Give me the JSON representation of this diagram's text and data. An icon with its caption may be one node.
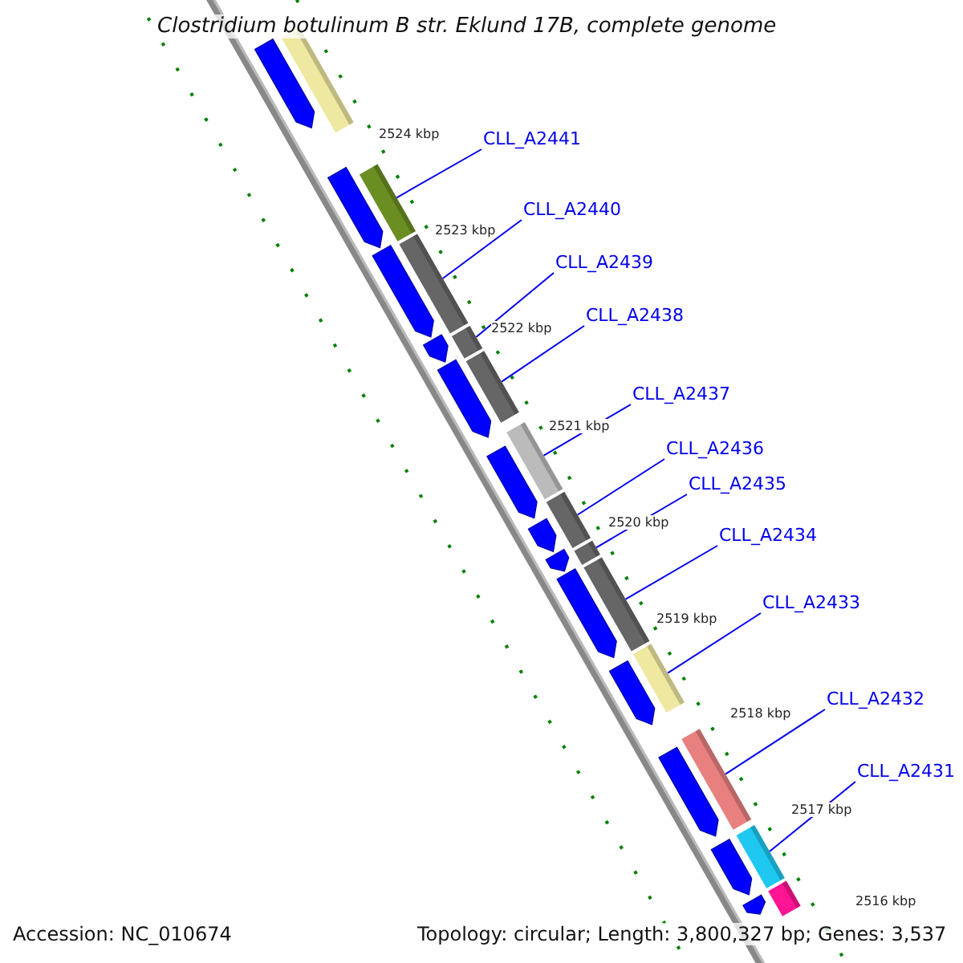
{
  "diagram": {
    "title": "Clostridium botulinum B str. Eklund 17B, complete genome",
    "nodes": [
      {
        "text": [
          "CLL_A2441"
        ]
      },
      {
        "text": [
          "CLL_A2440"
        ]
      },
      {
        "text": [
          "CLL_A2439"
        ]
      },
      {
        "text": [
          "CLL_A2438"
        ]
      },
      {
        "text": [
          "CLL_A2437"
        ]
      },
      {
        "text": [
          "CLL_A2436"
        ]
      },
      {
        "text": [
          "CLL_A2435"
        ]
      },
      {
        "text": [
          "CLL_A2434"
        ]
      },
      {
        "text": [
          "CLL_A2433"
        ]
      },
      {
        "text": [
          "CLL_A2432"
        ]
      },
      {
        "text": [
          "CLL_A2431"
        ]
      },
      {
        "text": [],
        "shape": "bar"
      },
      {
        "text": [],
        "shape": "bar"
      },
      {
        "text": [],
        "shape": "bar"
      },
      {
        "text": [],
        "shape": "bar"
      },
      {
        "text": [],
        "shape": "bar"
      },
      {
        "text": [],
        "shape": "bar"
      },
      {
        "text": [],
        "shape": "bar"
      },
      {
        "text": [],
        "shape": "bar"
      },
      {
        "text": [],
        "shape": "bar"
      },
      {
        "text": [],
        "shape": "bar"
      },
      {
        "text": [],
        "shape": "bar"
      },
      {
        "text": [],
        "shape": "bar"
      },
      {
        "text": [],
        "shape": "bar"
      },
      {
        "text": [],
        "shape": "pentagon"
      },
      {
        "text": [],
        "shape": "pentagon"
      },
      {
        "text": [],
        "shape": "pentagon"
      },
      {
        "text": [],
        "shape": "pentagon"
      },
      {
        "text": [],
        "shape": "pentagon"
      },
      {
        "text": [],
        "shape": "pentagon"
      },
      {
        "text": [],
        "shape": "pentagon"
      },
      {
        "text": [],
        "shape": "pentagon"
      },
      {
        "text": [],
        "shape": "pentagon"
      },
      {
        "text": [],
        "shape": "pentagon"
      },
      {
        "text": [],
        "shape": "pentagon"
      },
      {
        "text": [],
        "shape": "pentagon"
      },
      {
        "text": [],
        "shape": "pentagon"
      }
    ],
    "edges": [
      {
        "from": 0,
        "to": 12,
        "arrow": "none"
      },
      {
        "from": 1,
        "to": 13,
        "arrow": "none"
      },
      {
        "from": 2,
        "to": 14,
        "arrow": "none"
      },
      {
        "from": 3,
        "to": 15,
        "arrow": "none"
      },
      {
        "from": 4,
        "to": 16,
        "arrow": "none"
      },
      {
        "from": 5,
        "to": 17,
        "arrow": "none"
      },
      {
        "from": 6,
        "to": 18,
        "arrow": "none"
      },
      {
        "from": 7,
        "to": 19,
        "arrow": "none"
      },
      {
        "from": 8,
        "to": 20,
        "arrow": "none"
      },
      {
        "from": 9,
        "to": 21,
        "arrow": "none"
      },
      {
        "from": 10,
        "to": 22,
        "arrow": "none"
      }
    ],
    "labels": [
      "2524 kbp",
      "2523 kbp",
      "2522 kbp",
      "2521 kbp",
      "2520 kbp",
      "2519 kbp",
      "2518 kbp",
      "2517 kbp",
      "2516 kbp",
      "Accession: NC_010674",
      "Topology: circular; Length: 3,800,327 bp; Genes: 3,537"
    ]
  }
}
